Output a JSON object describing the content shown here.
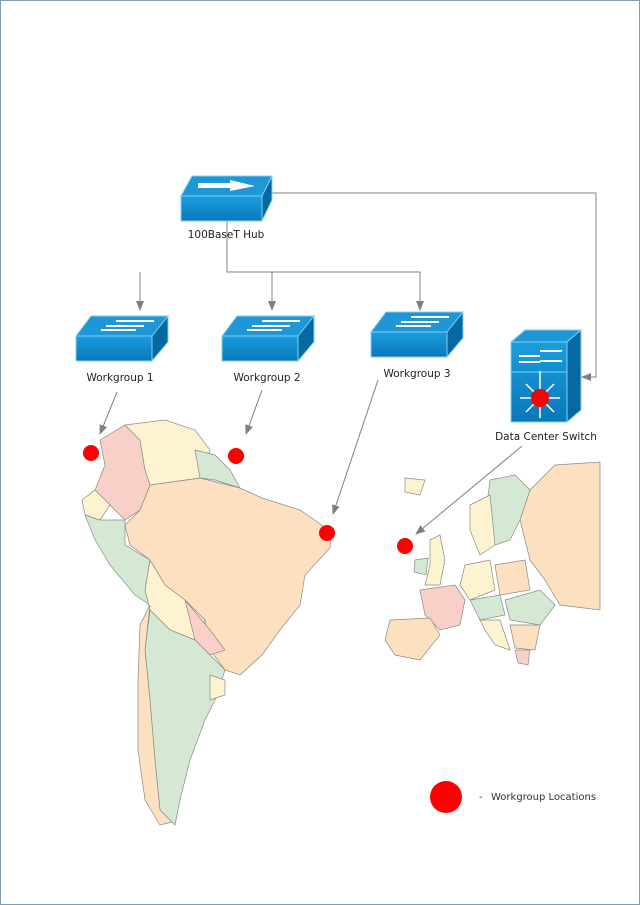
{
  "nodes": {
    "hub": {
      "label": "100BaseT Hub",
      "icon": "hub-icon"
    },
    "workgroup1": {
      "label": "Workgroup 1",
      "icon": "switch-icon"
    },
    "workgroup2": {
      "label": "Workgroup 2",
      "icon": "switch-icon"
    },
    "workgroup3": {
      "label": "Workgroup 3",
      "icon": "switch-icon"
    },
    "datacenter": {
      "label": "Data Center Switch",
      "icon": "multilayer-switch-icon"
    }
  },
  "legend": {
    "dash": "-",
    "label": "Workgroup Locations",
    "marker_color": "#ff0000"
  },
  "colors": {
    "device": "#0a7fc0",
    "device_top": "#1f96d6",
    "link": "#808080",
    "map_peach": "#fde0c0",
    "map_yellow": "#fdf3d0",
    "map_green": "#d5e8d4",
    "map_pink": "#f8d0c8"
  }
}
